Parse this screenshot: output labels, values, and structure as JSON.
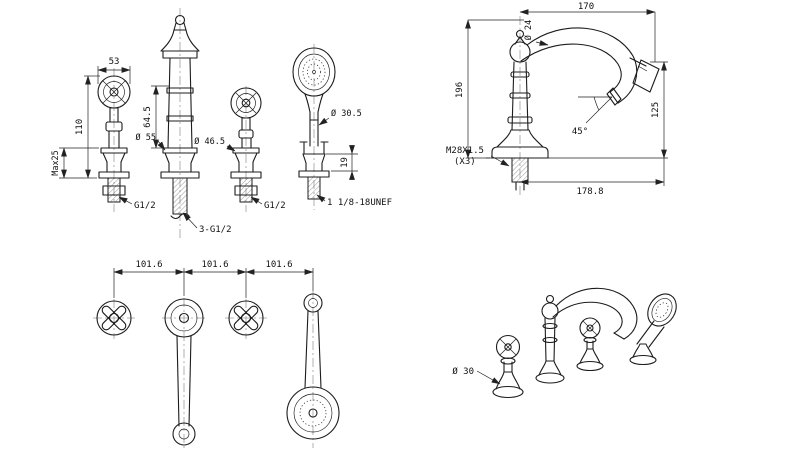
{
  "drawing": {
    "front": {
      "dim_53": "53",
      "dim_110": "110",
      "dim_max25": "Max25",
      "thread_g12_left": "G1/2",
      "dim_64_5": "64.5",
      "dia_55": "Ø 55",
      "thread_3g12": "3-G1/2",
      "dia_46_5_handle": "Ø 46.5",
      "thread_g12_right": "G1/2",
      "dia_30_5": "Ø 30.5",
      "dim_19": "19",
      "thread_unef": "1 1/8-18UNEF"
    },
    "side": {
      "dim_170": "170",
      "dia_24": "Ø 24",
      "dim_196": "196",
      "dim_125": "125",
      "angle_45": "45°",
      "thread_m28_line1": "M28X1.5",
      "thread_m28_line2": "(X3)",
      "dim_178_8": "178.8"
    },
    "plan": {
      "dim_a": "101.6",
      "dim_b": "101.6",
      "dim_c": "101.6"
    },
    "perspective": {
      "dia_30": "Ø 30"
    }
  }
}
